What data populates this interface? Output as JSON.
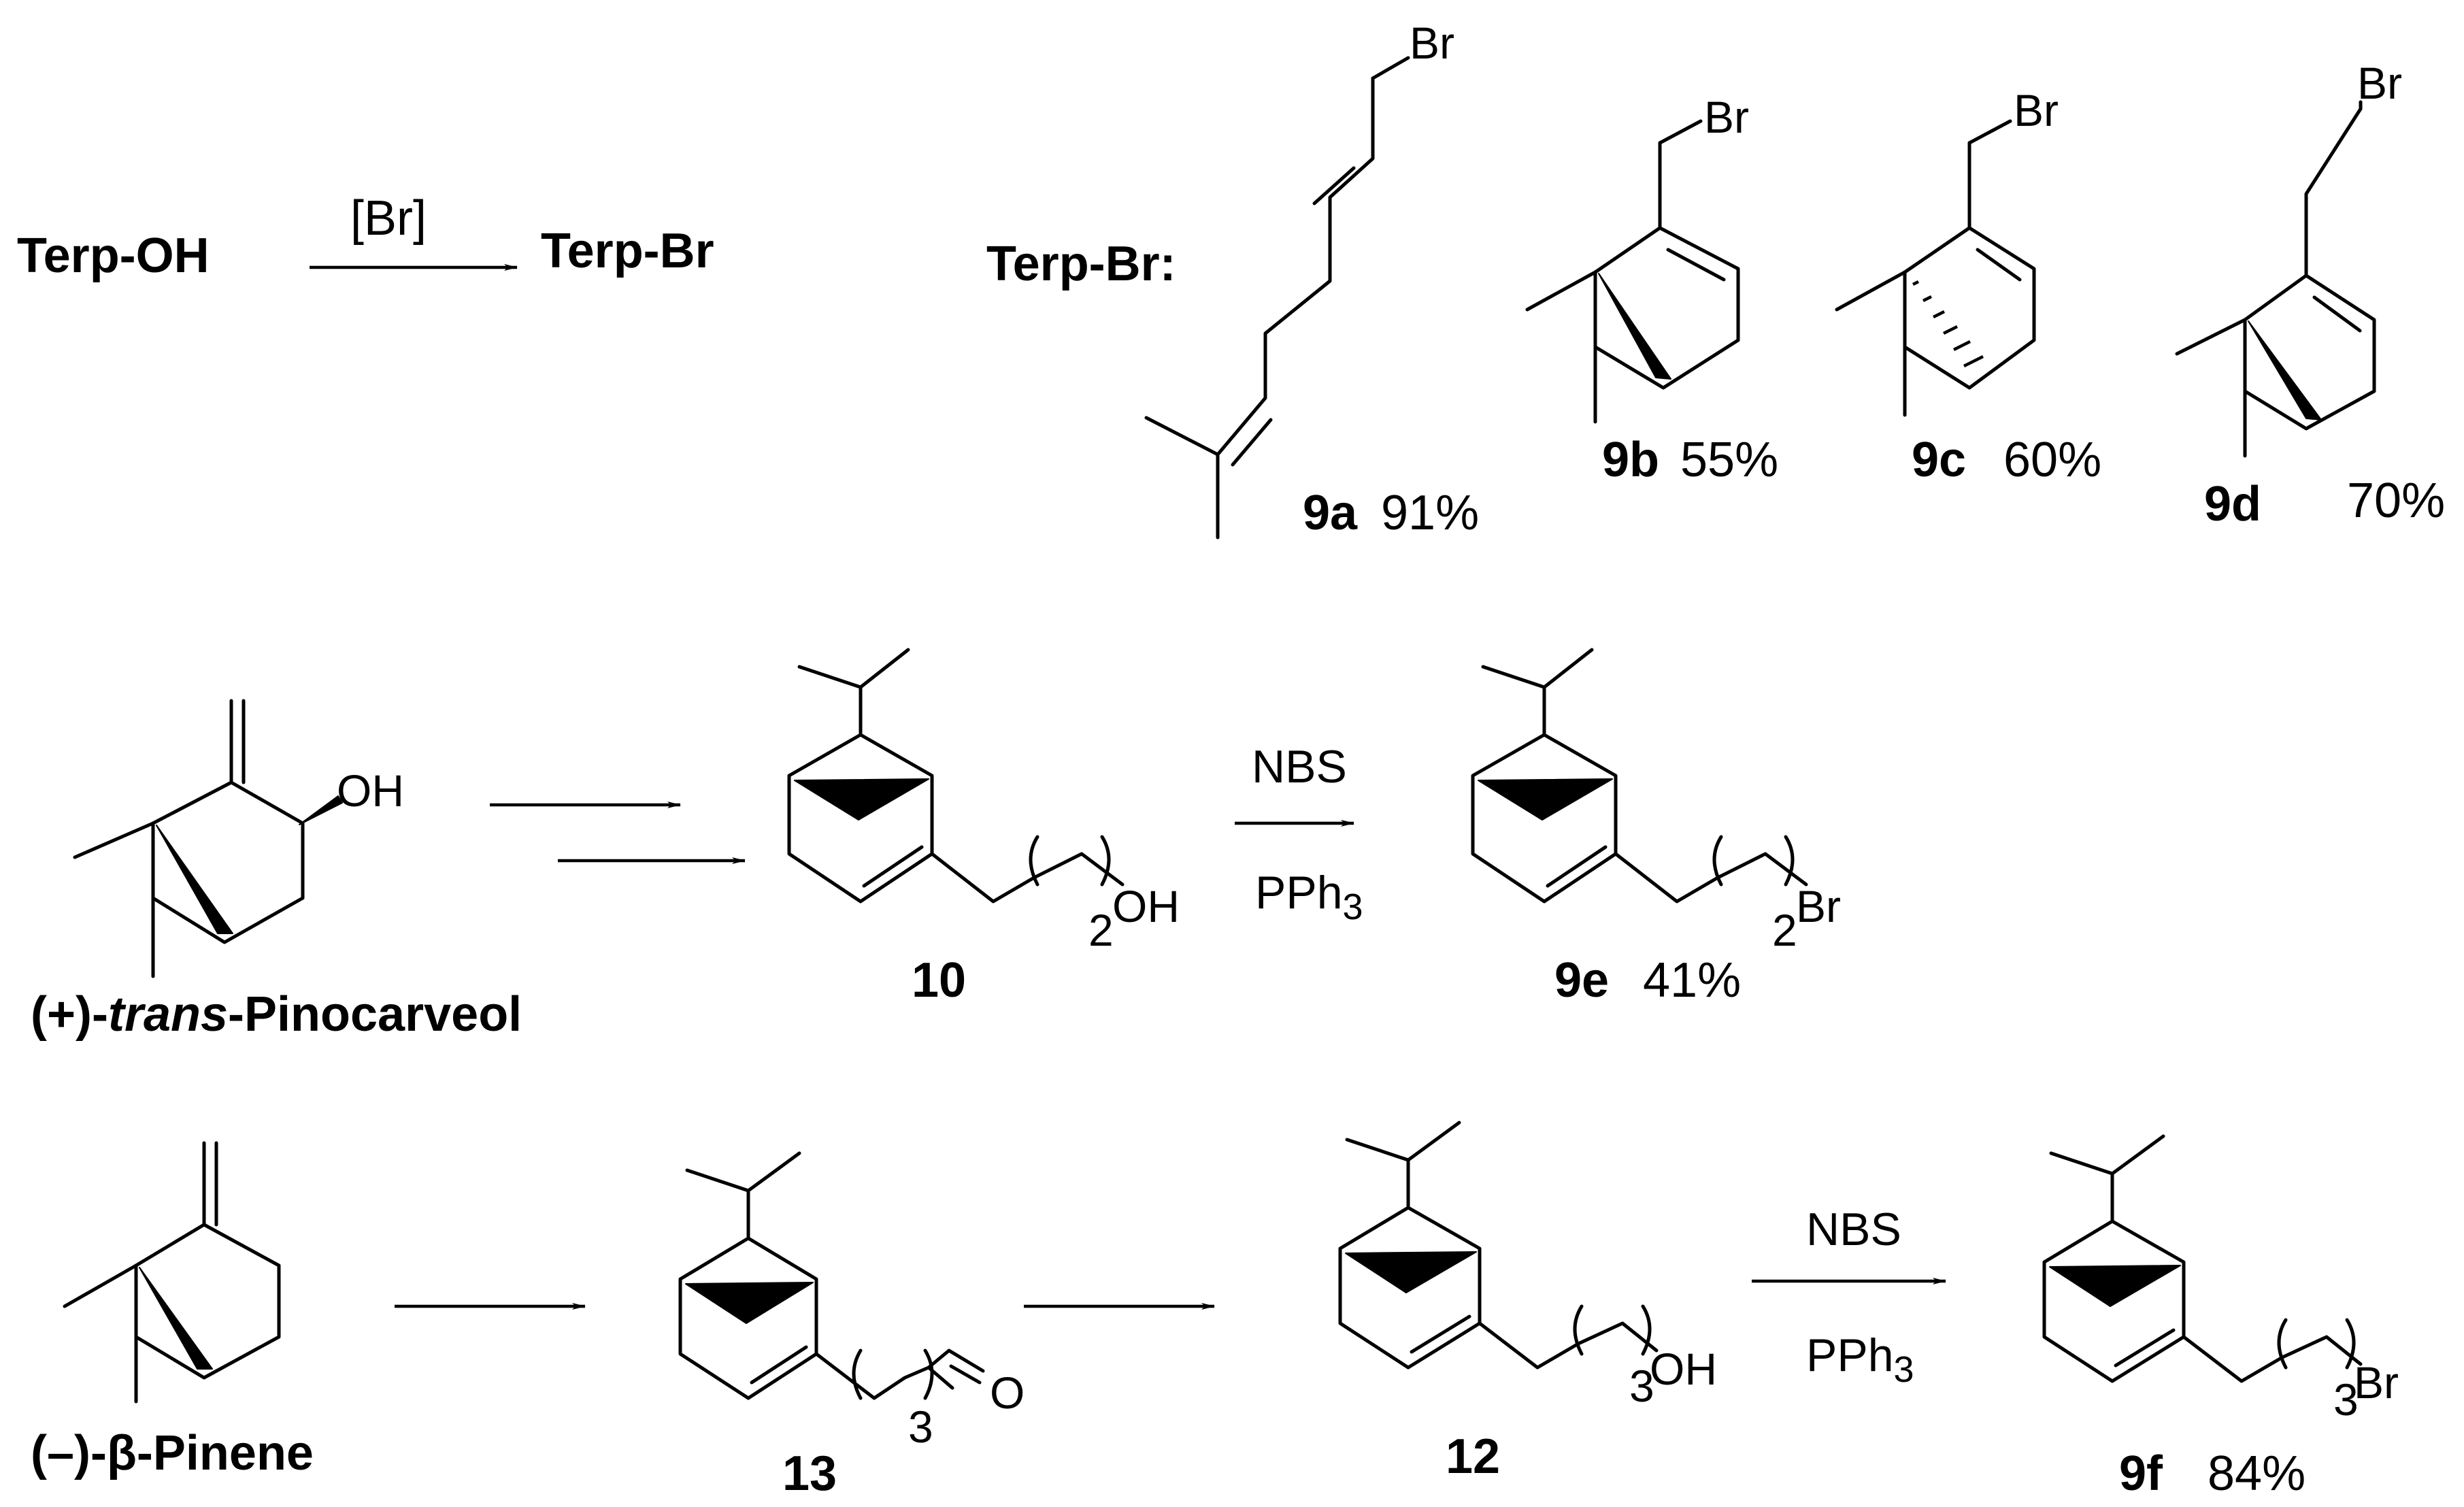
{
  "reaction1": {
    "reactant": "Terp-OH",
    "reagent": "[Br]",
    "product": "Terp-Br",
    "products_label": "Terp-Br:"
  },
  "atoms": {
    "Br": "Br",
    "OH": "OH",
    "O": "O"
  },
  "compounds": [
    {
      "label": "9a",
      "yield": "91%"
    },
    {
      "label": "9b",
      "yield": "55%"
    },
    {
      "label": "9c",
      "yield": "60%"
    },
    {
      "label": "9d",
      "yield": "70%"
    },
    {
      "label": "9e",
      "yield": "41%"
    },
    {
      "label": "9f",
      "yield": "84%"
    }
  ],
  "row2": {
    "start_prefix": "(+)-",
    "start_italic": "trans",
    "start_suffix": "-Pinocarveol",
    "intermediate": "10",
    "reagent_top": "NBS",
    "reagent_bottom": "PPh",
    "reagent_bottom_sub": "3",
    "repeat_sub": "2"
  },
  "row3": {
    "start": "(–)-β-Pinene",
    "intermediate1": "13",
    "intermediate2": "12",
    "reagent_top": "NBS",
    "reagent_bottom": "PPh",
    "reagent_bottom_sub": "3",
    "repeat_sub": "3"
  }
}
